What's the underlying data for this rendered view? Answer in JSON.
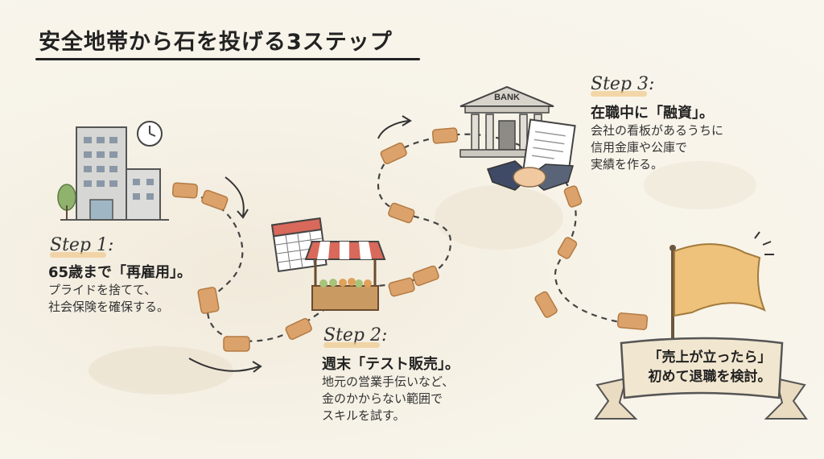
{
  "title": "安全地帯から石を投げる3ステップ",
  "steps": [
    {
      "label": "Step 1:",
      "heading": "65歳まで「再雇用」。",
      "lines": [
        "プライドを捨てて、",
        "社会保険を確保する。"
      ]
    },
    {
      "label": "Step 2:",
      "heading": "週末「テスト販売」。",
      "lines": [
        "地元の営業手伝いなど、",
        "金のかからない範囲で",
        "スキルを試す。"
      ]
    },
    {
      "label": "Step 3:",
      "heading": "在職中に「融資」。",
      "lines": [
        "会社の看板があるうちに",
        "信用金庫や公庫で",
        "実績を作る。"
      ]
    }
  ],
  "bank_sign": "BANK",
  "banner": {
    "line1": "「売上が立ったら」",
    "line2": "初めて退職を検討。"
  },
  "icons": [
    "office-building-icon",
    "clock-icon",
    "tree-icon",
    "calendar-icon",
    "market-stall-icon",
    "bank-icon",
    "handshake-icon",
    "document-icon",
    "flag-icon"
  ],
  "colors": {
    "stone": "#dba36b",
    "stone_edge": "#b47a43",
    "flag": "#eec27a",
    "path": "#444444"
  }
}
